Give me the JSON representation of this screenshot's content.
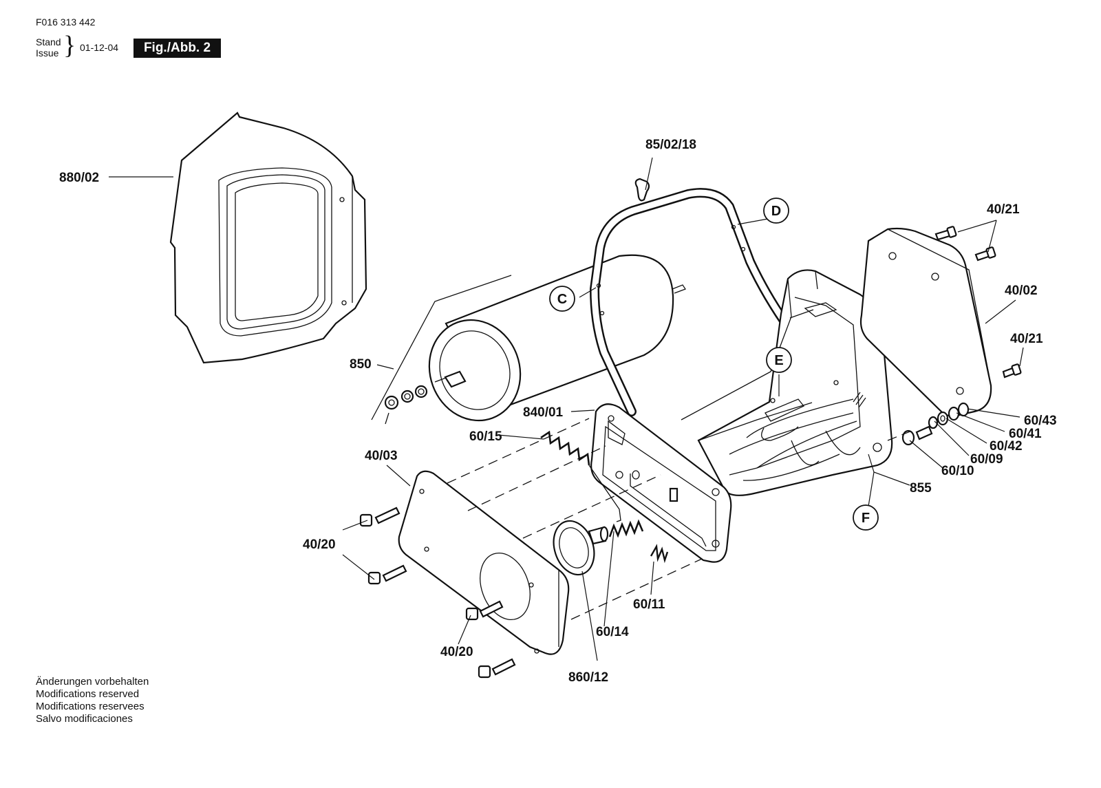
{
  "header": {
    "code": "F016 313 442",
    "stand": "Stand",
    "issue": "Issue",
    "date": "01-12-04",
    "figure": "Fig./Abb. 2"
  },
  "notes": [
    "Änderungen vorbehalten",
    "Modifications reserved",
    "Modifications reservees",
    "Salvo modificaciones"
  ],
  "labels": {
    "p880_02": "880/02",
    "p85_02_18": "85/02/18",
    "p40_21_top": "40/21",
    "p40_02": "40/02",
    "p40_21_mid": "40/21",
    "p850": "850",
    "p840_01": "840/01",
    "p60_15": "60/15",
    "p40_03": "40/03",
    "p40_20_upper": "40/20",
    "p40_20_lower": "40/20",
    "p60_43": "60/43",
    "p60_41": "60/41",
    "p60_42": "60/42",
    "p60_09": "60/09",
    "p60_10": "60/10",
    "p855": "855",
    "p60_11": "60/11",
    "p60_14": "60/14",
    "p860_12": "860/12"
  },
  "refs": {
    "C": "C",
    "D": "D",
    "E": "E",
    "F": "F"
  }
}
